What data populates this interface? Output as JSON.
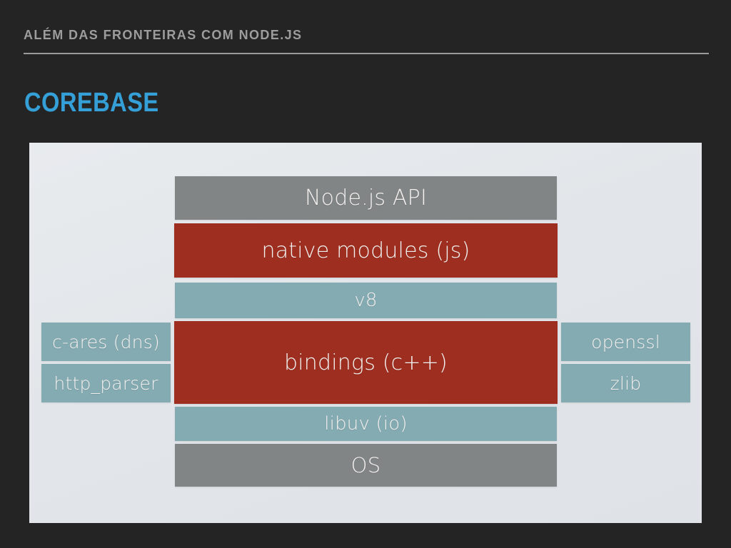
{
  "header": {
    "eyebrow": "ALÉM DAS FRONTEIRAS COM NODE.JS"
  },
  "title": "COREBASE",
  "colors": {
    "background": "#242424",
    "accent_blue": "#35a0d8",
    "eyebrow_gray": "#9d9d9d",
    "panel_bg": "#e4e8eb",
    "block_gray": "#828585",
    "block_red": "#9e2e20",
    "block_teal": "#84aab2",
    "block_text": "#f2f0ee"
  },
  "diagram": {
    "name": "node-js-architecture-stack",
    "center_stack": [
      {
        "id": "nodejs-api",
        "label": "Node.js API",
        "color": "gray"
      },
      {
        "id": "native-modules",
        "label": "native modules (js)",
        "color": "red"
      },
      {
        "id": "v8",
        "label": "v8",
        "color": "teal"
      },
      {
        "id": "bindings",
        "label": "bindings (c++)",
        "color": "red"
      },
      {
        "id": "libuv",
        "label": "libuv (io)",
        "color": "teal"
      },
      {
        "id": "os",
        "label": "OS",
        "color": "gray"
      }
    ],
    "left_column": [
      {
        "id": "c-ares",
        "label": "c-ares (dns)",
        "color": "teal"
      },
      {
        "id": "http-parser",
        "label": "http_parser",
        "color": "teal"
      }
    ],
    "right_column": [
      {
        "id": "openssl",
        "label": "openssl",
        "color": "teal"
      },
      {
        "id": "zlib",
        "label": "zlib",
        "color": "teal"
      }
    ]
  }
}
